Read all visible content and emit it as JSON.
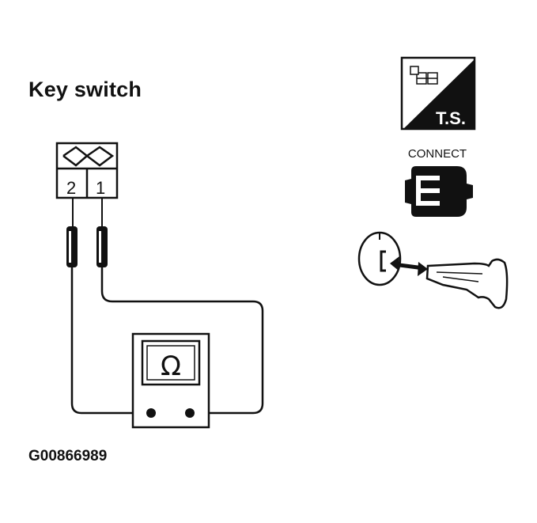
{
  "diagram": {
    "title": "Key switch",
    "figure_id": "G00866989",
    "connector": {
      "terminals": [
        "2",
        "1"
      ]
    },
    "meter_symbol": "Ω",
    "icons": {
      "ts_label": "T.S.",
      "connect_label": "CONNECT"
    }
  }
}
